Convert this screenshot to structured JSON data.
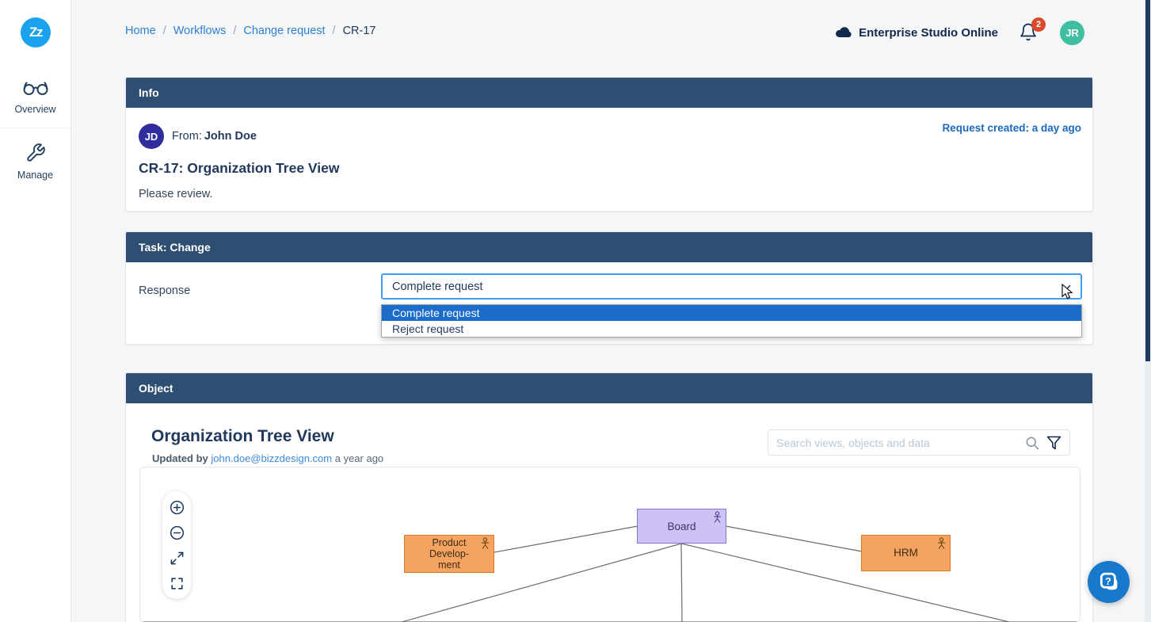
{
  "sidebar": {
    "logo_text": "Zz",
    "items": [
      {
        "label": "Overview"
      },
      {
        "label": "Manage"
      }
    ]
  },
  "breadcrumb": {
    "separator": "/",
    "links": [
      "Home",
      "Workflows",
      "Change request"
    ],
    "current": "CR-17"
  },
  "topbar": {
    "product_name": "Enterprise Studio Online",
    "notification_count": "2",
    "user_initials": "JR"
  },
  "info_panel": {
    "header": "Info",
    "avatar_initials": "JD",
    "from_label": "From:",
    "from_name": "John Doe",
    "request_created": "Request created: a day ago",
    "title": "CR-17: Organization Tree View",
    "message": "Please review."
  },
  "task_panel": {
    "header": "Task: Change",
    "response_label": "Response",
    "select_value": "Complete request",
    "options": [
      "Complete request",
      "Reject request"
    ],
    "highlighted_option": "Complete request"
  },
  "object_panel": {
    "header": "Object",
    "title": "Organization Tree View",
    "updated_by_label": "Updated by",
    "updated_by_email": "john.doe@bizzdesign.com",
    "updated_when": "a year ago",
    "search_placeholder": "Search views, objects and data",
    "diagram": {
      "nodes": [
        {
          "label": "Board",
          "lines": [
            "Board"
          ]
        },
        {
          "label": "Product Development",
          "lines": [
            "Product",
            "Develop-",
            "ment"
          ]
        },
        {
          "label": "HRM",
          "lines": [
            "HRM"
          ]
        }
      ]
    }
  },
  "colors": {
    "logo_blue": "#1aa2ee",
    "panel_header_navy": "#2f4f72",
    "breadcrumb_link_blue": "#2f7fd2",
    "dropdown_highlight_blue": "#1b6cc8",
    "select_focus_border": "#3f9ef7",
    "badge_red": "#d94a2a",
    "avatar_jd_indigo": "#2f2d9e",
    "avatar_jr_teal": "#3fbf9f",
    "request_created_blue": "#1b69bd",
    "node_purple_fill": "#cdc2f3",
    "node_purple_border": "#8673d8",
    "node_orange_fill": "#f5a360",
    "node_orange_border": "#d87a28",
    "help_button_blue": "#1778cc"
  }
}
